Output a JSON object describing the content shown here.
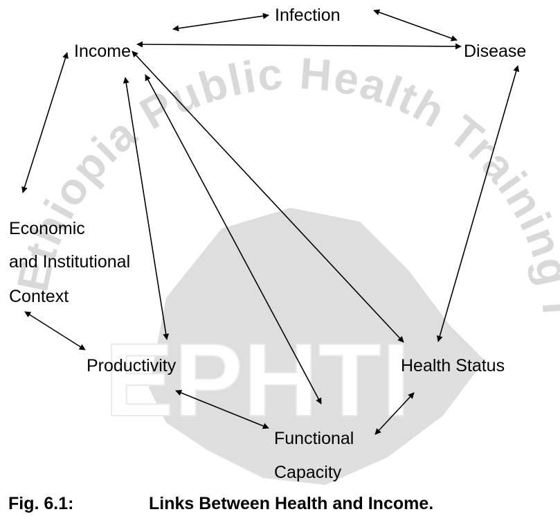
{
  "watermark": {
    "ring_text": "Ethiopia Public Health Training Initiative •",
    "center_text": "EPHTI",
    "color": "#b3b3b3"
  },
  "nodes": {
    "infection": "Infection",
    "income": "Income",
    "disease": "Disease",
    "economic_line1": "Economic",
    "economic_line2": "and Institutional",
    "economic_line3": "Context",
    "productivity": "Productivity",
    "health_status": "Health Status",
    "functional_line1": "Functional",
    "functional_line2": "Capacity"
  },
  "caption": {
    "number": "Fig. 6.1:",
    "title": "Links Between Health and Income."
  },
  "colors": {
    "arrow": "#000000",
    "text": "#000000"
  }
}
